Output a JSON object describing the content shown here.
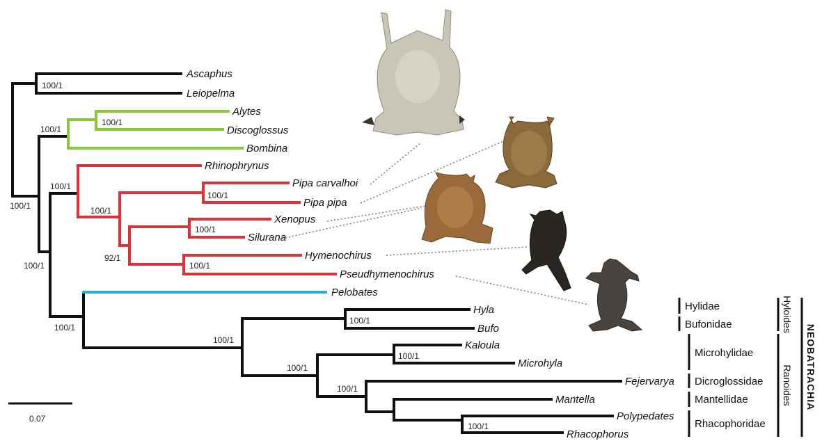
{
  "colors": {
    "default": "#111111",
    "archaeobatrachia_green": "#8cc63f",
    "pipoidea_red": "#d9343a",
    "pelobates_blue": "#2ea8d8",
    "frog_pale": "#c9c6b6",
    "frog_olive": "#8a6a3a",
    "frog_brown": "#9a6a3a",
    "frog_dark": "#2a2622",
    "frog_grey": "#4a4440"
  },
  "taxa": {
    "ascaphus": "Ascaphus",
    "leiopelma": "Leiopelma",
    "alytes": "Alytes",
    "discoglossus": "Discoglossus",
    "bombina": "Bombina",
    "rhinophrynus": "Rhinophrynus",
    "pipa_carvalhoi": "Pipa carvalhoi",
    "pipa_pipa": "Pipa pipa",
    "xenopus": "Xenopus",
    "silurana": "Silurana",
    "hymenochirus": "Hymenochirus",
    "pseudhymenochirus": "Pseudhymenochirus",
    "pelobates": "Pelobates",
    "hyla": "Hyla",
    "bufo": "Bufo",
    "kaloula": "Kaloula",
    "microhyla": "Microhyla",
    "fejervarya": "Fejervarya",
    "mantella": "Mantella",
    "polypedates": "Polypedates",
    "rhacophorus": "Rhacophorus"
  },
  "support": {
    "leiopelmatidae": "100/1",
    "alytes_discoglossus": "100/1",
    "discoglossoidea": "100/1",
    "pipoidea": "100/1",
    "pipa": "100/1",
    "pipidae": "100/1",
    "xenopus_silurana": "100/1",
    "pipinae": "92/1",
    "hymenochirini": "100/1",
    "root": "100/1",
    "mesobatrachia_neobatrachia": "100/1",
    "anura_minus_leiopelmatids": "100/1",
    "hyla_bufo": "100/1",
    "neobatrachia": "100/1",
    "kaloula_microhyla": "100/1",
    "ranoides": "100/1",
    "natatanura": "100/1",
    "rhacophoridae": "100/1"
  },
  "families": {
    "hylidae": "Hylidae",
    "bufonidae": "Bufonidae",
    "microhylidae": "Microhylidae",
    "dicroglossidae": "Dicroglossidae",
    "mantellidae": "Mantellidae",
    "rhacophoridae": "Rhacophoridae"
  },
  "groups": {
    "hyloides": "Hyloides",
    "ranoides": "Ranoides",
    "neobatrachia": "NEOBATRACHIA"
  },
  "scale_bar": {
    "value": "0.07"
  }
}
